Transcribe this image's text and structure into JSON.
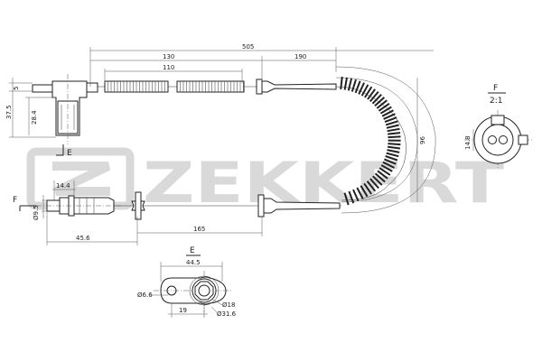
{
  "watermark": {
    "logo_text": "ZEKKERT",
    "color": "#d9d9d9"
  },
  "views": {
    "section_e_label": "E",
    "section_f_label": "F",
    "detail_f_title": "F",
    "detail_f_scale": "2:1",
    "detail_e_title": "E"
  },
  "dimensions": {
    "total_length": "505",
    "length_130": "130",
    "length_110": "110",
    "length_190": "190",
    "height_5": "5",
    "height_37_5": "37.5",
    "height_28_4": "28.4",
    "bend_96": "96",
    "detail_f_14_8": "14.8",
    "sensor_14_4": "14.4",
    "sensor_dia_9_5": "Ø9.5",
    "sensor_45_6": "45.6",
    "length_165": "165",
    "bracket_44_5": "44.5",
    "bracket_hole_6_6": "Ø6.6",
    "bracket_19": "19",
    "bracket_dia_18": "Ø18",
    "bracket_dia_31_6": "Ø31.6"
  }
}
